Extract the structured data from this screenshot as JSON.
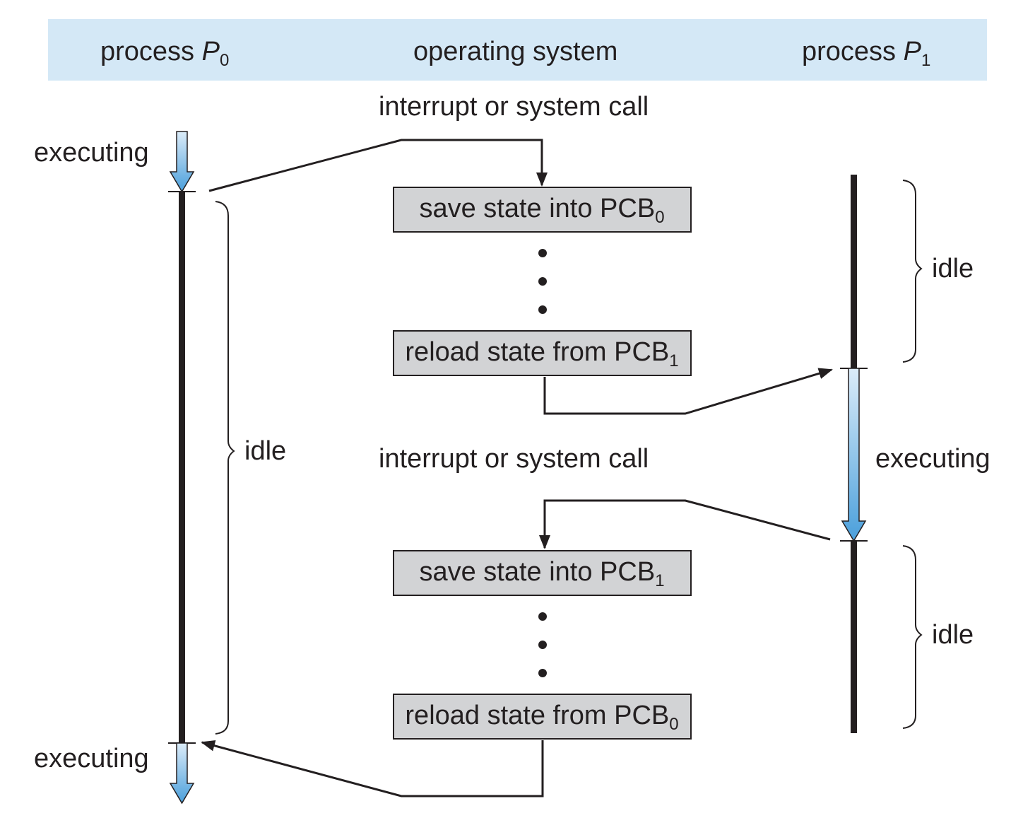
{
  "header": {
    "left": {
      "text": "process ",
      "var": "P",
      "sub": "0"
    },
    "center": {
      "text": "operating system"
    },
    "right": {
      "text": "process ",
      "var": "P",
      "sub": "1"
    }
  },
  "labels": {
    "executing": "executing",
    "idle": "idle",
    "interrupt": "interrupt or system call"
  },
  "boxes": [
    {
      "text": "save state into PCB",
      "sub": "0"
    },
    {
      "text": "reload state from PCB",
      "sub": "1"
    },
    {
      "text": "save state into PCB",
      "sub": "1"
    },
    {
      "text": "reload state from PCB",
      "sub": "0"
    }
  ],
  "colors": {
    "header_bg": "#d4e8f6",
    "box_fill": "#d2d3d5",
    "arrow_light": "#dcecf9",
    "arrow_dark": "#4a9fdb",
    "line": "#231f20"
  }
}
